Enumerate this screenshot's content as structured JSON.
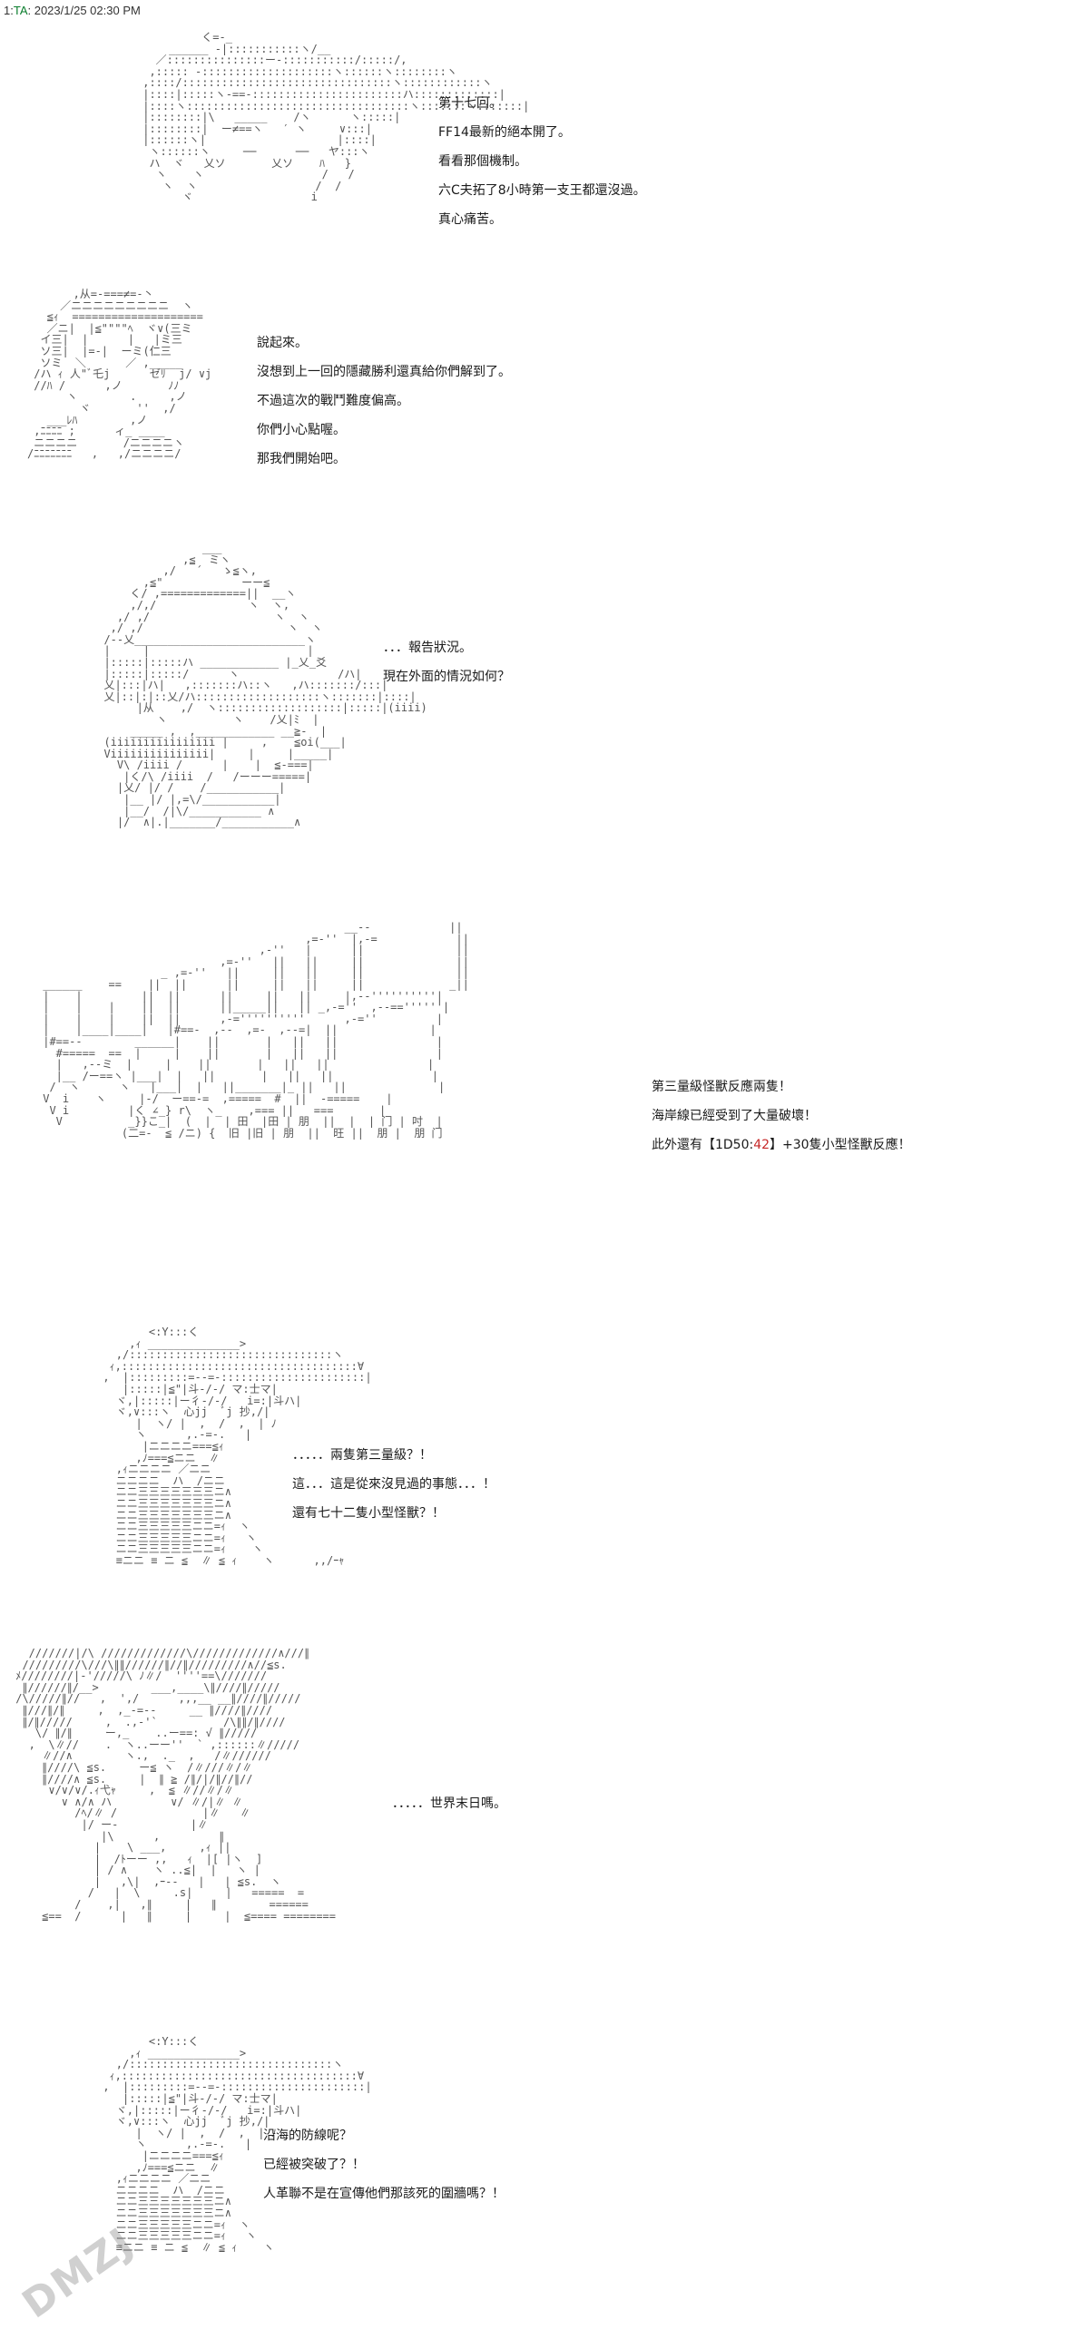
{
  "header": {
    "index": "1:",
    "name": "TA",
    "date": ": 2023/1/25 02:30 PM"
  },
  "panels": [
    {
      "lines": [
        "第十七回。",
        "FF14最新的絕本開了。",
        "看看那個機制。",
        "六C夫拓了8小時第一支王都還沒過。",
        "真心痛苦。"
      ]
    },
    {
      "lines": [
        "說起來。",
        "沒想到上一回的隱藏勝利還真給你們解到了。",
        "不過這次的戰鬥難度偏高。",
        "你們小心點喔。",
        "那我們開始吧。"
      ]
    },
    {
      "lines": [
        "．．．報告狀況。",
        "現在外面的情況如何？"
      ]
    },
    {
      "lines": [
        "第三量級怪獸反應兩隻！",
        "海岸線已經受到了大量破壞！"
      ],
      "dice": {
        "prefix": "此外還有【1D50:",
        "value": "42",
        "suffix": "】+30隻小型怪獸反應！"
      }
    },
    {
      "lines": [
        "．．．．．兩隻第三量級？！",
        "這．．．這是從來沒見過的事態．．．！",
        "還有七十二隻小型怪獸？！"
      ]
    },
    {
      "lines": [
        "．．．．．世界末日嗎。"
      ]
    },
    {
      "lines": [
        "沿海的防線呢？",
        "已經被突破了？！",
        "人革聯不是在宣傳他們那該死的圍牆嗎？！"
      ]
    }
  ],
  "watermark": "DMZJ"
}
